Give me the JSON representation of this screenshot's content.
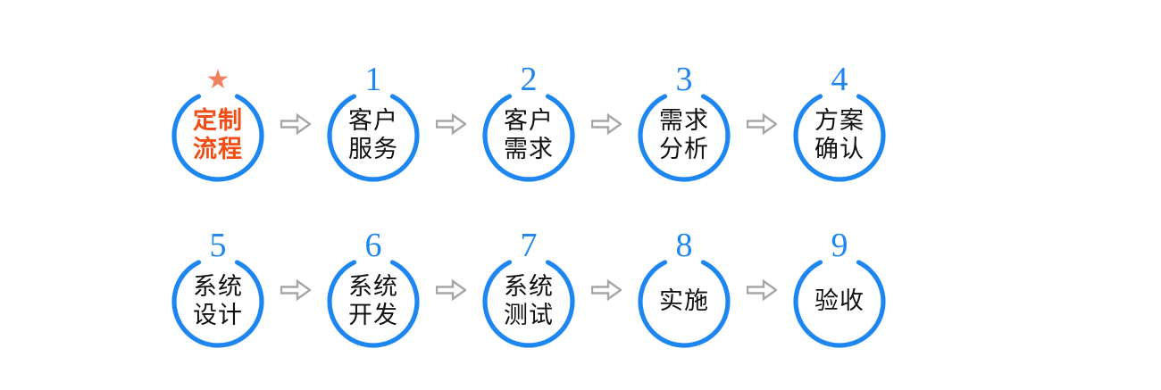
{
  "diagram": {
    "title": "定制流程",
    "type": "process-flow",
    "rows": 2,
    "colors": {
      "ring": "#1E86F0",
      "number": "#1E86F0",
      "accent_text": "#F04E17",
      "star": "#F08060",
      "arrow": "#A6A6A6",
      "label_text": "#111111",
      "background": "#FFFFFF"
    },
    "arrow_glyph": "double-right-arrow",
    "rows_data": [
      {
        "name": "row-1",
        "nodes": [
          {
            "badge": "★",
            "badge_type": "star",
            "accent": true,
            "lines": [
              "定制",
              "流程"
            ],
            "text": "定制流程"
          },
          {
            "badge": "1",
            "badge_type": "number",
            "accent": false,
            "lines": [
              "客户",
              "服务"
            ],
            "text": "客户服务"
          },
          {
            "badge": "2",
            "badge_type": "number",
            "accent": false,
            "lines": [
              "客户",
              "需求"
            ],
            "text": "客户需求"
          },
          {
            "badge": "3",
            "badge_type": "number",
            "accent": false,
            "lines": [
              "需求",
              "分析"
            ],
            "text": "需求分析"
          },
          {
            "badge": "4",
            "badge_type": "number",
            "accent": false,
            "lines": [
              "方案",
              "确认"
            ],
            "text": "方案确认"
          }
        ]
      },
      {
        "name": "row-2",
        "nodes": [
          {
            "badge": "5",
            "badge_type": "number",
            "accent": false,
            "lines": [
              "系统",
              "设计"
            ],
            "text": "系统设计"
          },
          {
            "badge": "6",
            "badge_type": "number",
            "accent": false,
            "lines": [
              "系统",
              "开发"
            ],
            "text": "系统开发"
          },
          {
            "badge": "7",
            "badge_type": "number",
            "accent": false,
            "lines": [
              "系统",
              "测试"
            ],
            "text": "系统测试"
          },
          {
            "badge": "8",
            "badge_type": "number",
            "accent": false,
            "lines": [
              "实施"
            ],
            "text": "实施"
          },
          {
            "badge": "9",
            "badge_type": "number",
            "accent": false,
            "lines": [
              "验收"
            ],
            "text": "验收"
          }
        ]
      }
    ]
  }
}
